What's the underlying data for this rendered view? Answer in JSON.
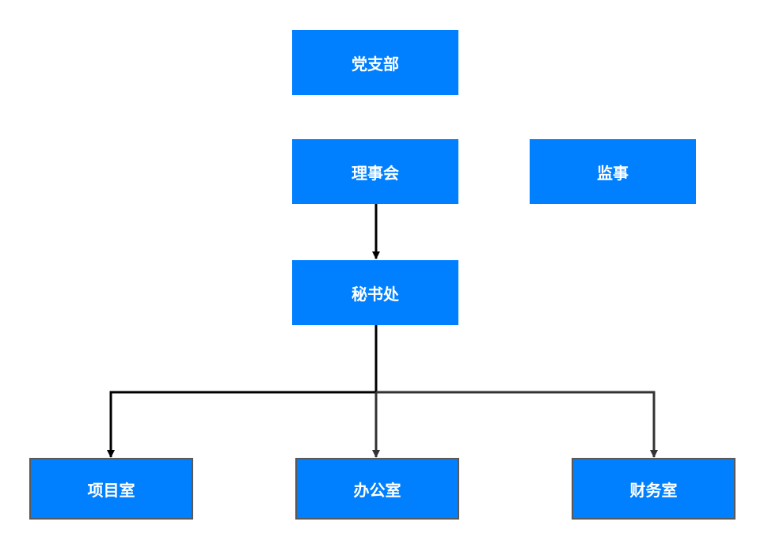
{
  "diagram": {
    "nodes": [
      {
        "id": "party_branch",
        "label": "党支部"
      },
      {
        "id": "council",
        "label": "理事会"
      },
      {
        "id": "supervisor",
        "label": "监事"
      },
      {
        "id": "secretariat",
        "label": "秘书处"
      },
      {
        "id": "project_office",
        "label": "项目室"
      },
      {
        "id": "general_office",
        "label": "办公室"
      },
      {
        "id": "finance_office",
        "label": "财务室"
      }
    ],
    "edges": [
      {
        "from": "council",
        "to": "secretariat"
      },
      {
        "from": "secretariat",
        "to": "project_office"
      },
      {
        "from": "secretariat",
        "to": "general_office"
      },
      {
        "from": "secretariat",
        "to": "finance_office"
      }
    ],
    "colors": {
      "node_fill": "#0080ff",
      "node_text": "#ffffff",
      "node_border": "#595959",
      "edge_primary": "#000000",
      "edge_secondary": "#333333"
    }
  }
}
